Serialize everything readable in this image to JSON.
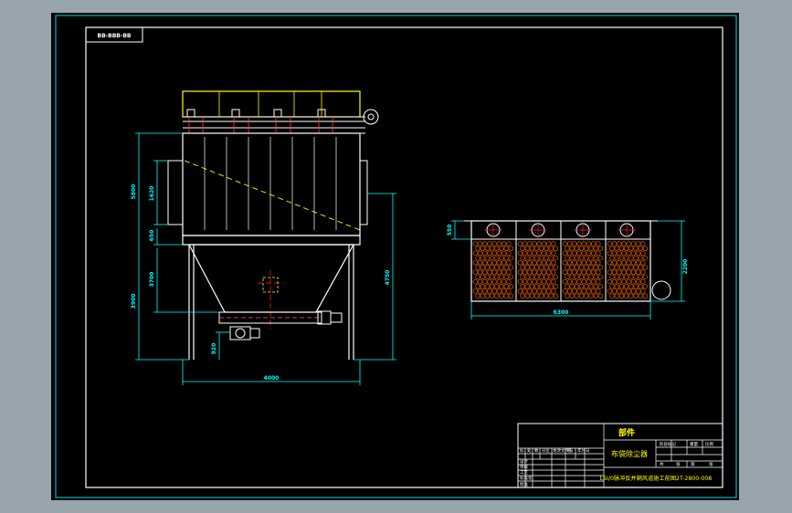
{
  "colors": {
    "background": "#000000",
    "viewport": "#99a5ad",
    "frame": "#ffffff",
    "dimension": "#00ffff",
    "outline": "#ffffff",
    "hopper_top": "#ffff00",
    "centerline": "#ff0000",
    "filter_bag": "#ff6600",
    "title_text": "#ffff00"
  },
  "drawing": {
    "stamp": "BB-BBB-BB"
  },
  "front_view": {
    "dimensions": {
      "total_height": "5800",
      "inlet_height": "1620",
      "middle_height": "650",
      "hopper_height": "3700",
      "leg_height": "3900",
      "discharge_height": "920",
      "right_height": "4750",
      "bottom_width": "4000"
    }
  },
  "side_view": {
    "dimensions": {
      "top_height": "550",
      "right_height": "2200",
      "total_width": "6300"
    }
  },
  "title_block": {
    "part_title": "部件",
    "product_name": "布袋除尘器",
    "drawing_number": "LSI/0脉冲反并鞘风道施工前图2T-2800-008",
    "col_headers": [
      "标",
      "处",
      "数",
      "分区",
      "更改文件号",
      "签",
      "年月日"
    ],
    "labels_right_top": [
      "阶段标记",
      "重量",
      "比例"
    ],
    "labels_right_bottom": [
      "共",
      "张",
      "第",
      "张"
    ],
    "left_rows": [
      "设计",
      "审核",
      "工艺",
      "标准化",
      "批准"
    ]
  }
}
